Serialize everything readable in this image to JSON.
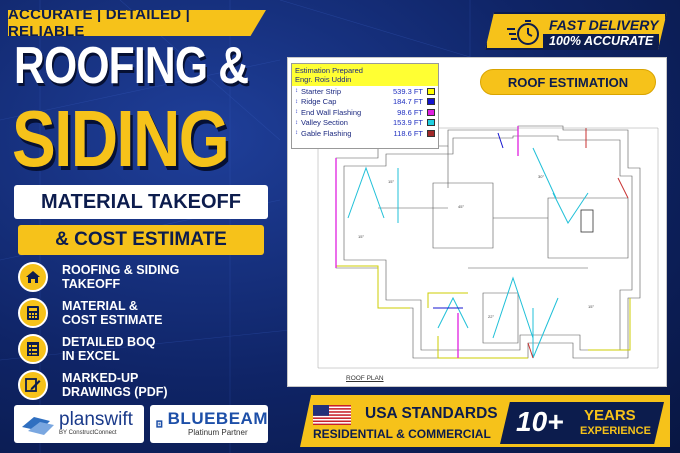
{
  "tagline": "ACCURATE | DETAILED | RELIABLE",
  "title": {
    "line1": "ROOFING &",
    "line2": "SIDING"
  },
  "subtitle": {
    "line1": "MATERIAL TAKEOFF",
    "line2": "& COST ESTIMATE"
  },
  "features": [
    {
      "icon": "house-icon",
      "line1": "ROOFING & SIDING",
      "line2": "TAKEOFF"
    },
    {
      "icon": "calculator-icon",
      "line1": "MATERIAL &",
      "line2": "COST ESTIMATE"
    },
    {
      "icon": "spreadsheet-icon",
      "line1": "DETAILED BOQ",
      "line2": "IN EXCEL"
    },
    {
      "icon": "edit-icon",
      "line1": "MARKED-UP",
      "line2": "DRAWINGS (PDF)"
    }
  ],
  "logos": {
    "planswift": {
      "name": "planswift",
      "sub": "BY ConstructConnect"
    },
    "bluebeam": {
      "name": "BLUEBEAM",
      "sub": "Platinum Partner"
    }
  },
  "badge": {
    "line1": "FAST DELIVERY",
    "line2": "100% ACCURATE"
  },
  "drawing": {
    "legend_title": "Estimation Prepared",
    "legend_author": "Engr. Rois Uddin",
    "legend_rows": [
      {
        "name": "Starter Strip",
        "value": "539.3 FT",
        "color": "#ffff00"
      },
      {
        "name": "Ridge Cap",
        "value": "184.7 FT",
        "color": "#1414d0"
      },
      {
        "name": "End Wall Flashing",
        "value": "98.6 FT",
        "color": "#e020e0"
      },
      {
        "name": "Valley Section",
        "value": "153.9 FT",
        "color": "#20d0e0"
      },
      {
        "name": "Gable Flashing",
        "value": "118.6 FT",
        "color": "#a02828"
      }
    ],
    "label": "ROOF ESTIMATION",
    "plan_label": "ROOF PLAN"
  },
  "standards": {
    "line1": "USA STANDARDS",
    "line2": "RESIDENTIAL & COMMERCIAL"
  },
  "experience": {
    "number": "10+",
    "line1": "YEARS",
    "line2": "EXPERIENCE"
  },
  "colors": {
    "navy": "#0c1c4d",
    "yellow": "#f6c21a",
    "white": "#ffffff"
  }
}
